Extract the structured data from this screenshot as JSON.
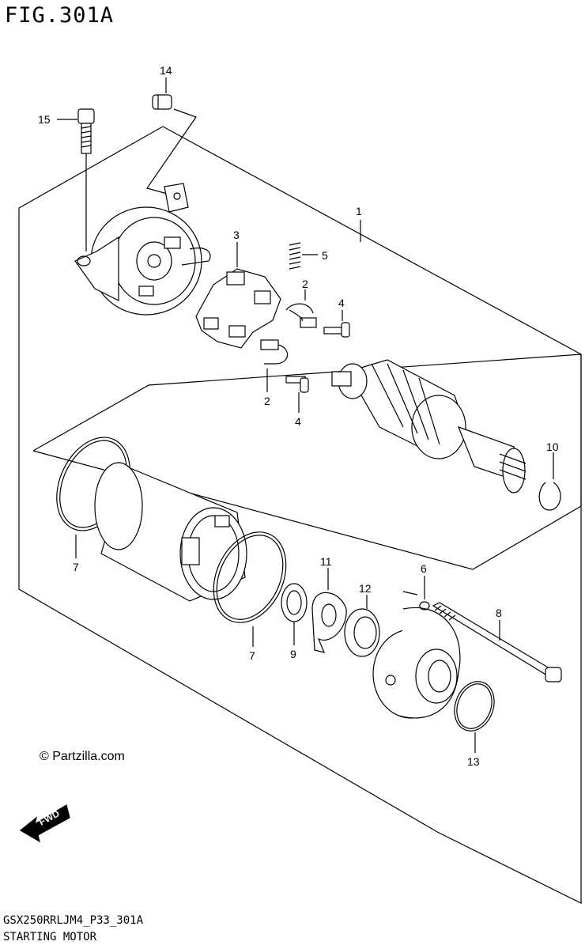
{
  "figure": {
    "title": "FIG.301A",
    "copyright": "© Partzilla.com",
    "footer_code": "GSX250RRLJM4_P33_301A",
    "footer_name": "STARTING MOTOR",
    "fwd_label": "FWD"
  },
  "callouts": [
    {
      "id": "c1",
      "label": "1"
    },
    {
      "id": "c2a",
      "label": "2"
    },
    {
      "id": "c2b",
      "label": "2"
    },
    {
      "id": "c3",
      "label": "3"
    },
    {
      "id": "c4a",
      "label": "4"
    },
    {
      "id": "c4b",
      "label": "4"
    },
    {
      "id": "c5",
      "label": "5"
    },
    {
      "id": "c6",
      "label": "6"
    },
    {
      "id": "c7a",
      "label": "7"
    },
    {
      "id": "c7b",
      "label": "7"
    },
    {
      "id": "c8",
      "label": "8"
    },
    {
      "id": "c9",
      "label": "9"
    },
    {
      "id": "c10",
      "label": "10"
    },
    {
      "id": "c11",
      "label": "11"
    },
    {
      "id": "c12",
      "label": "12"
    },
    {
      "id": "c13",
      "label": "13"
    },
    {
      "id": "c14",
      "label": "14"
    },
    {
      "id": "c15",
      "label": "15"
    }
  ]
}
